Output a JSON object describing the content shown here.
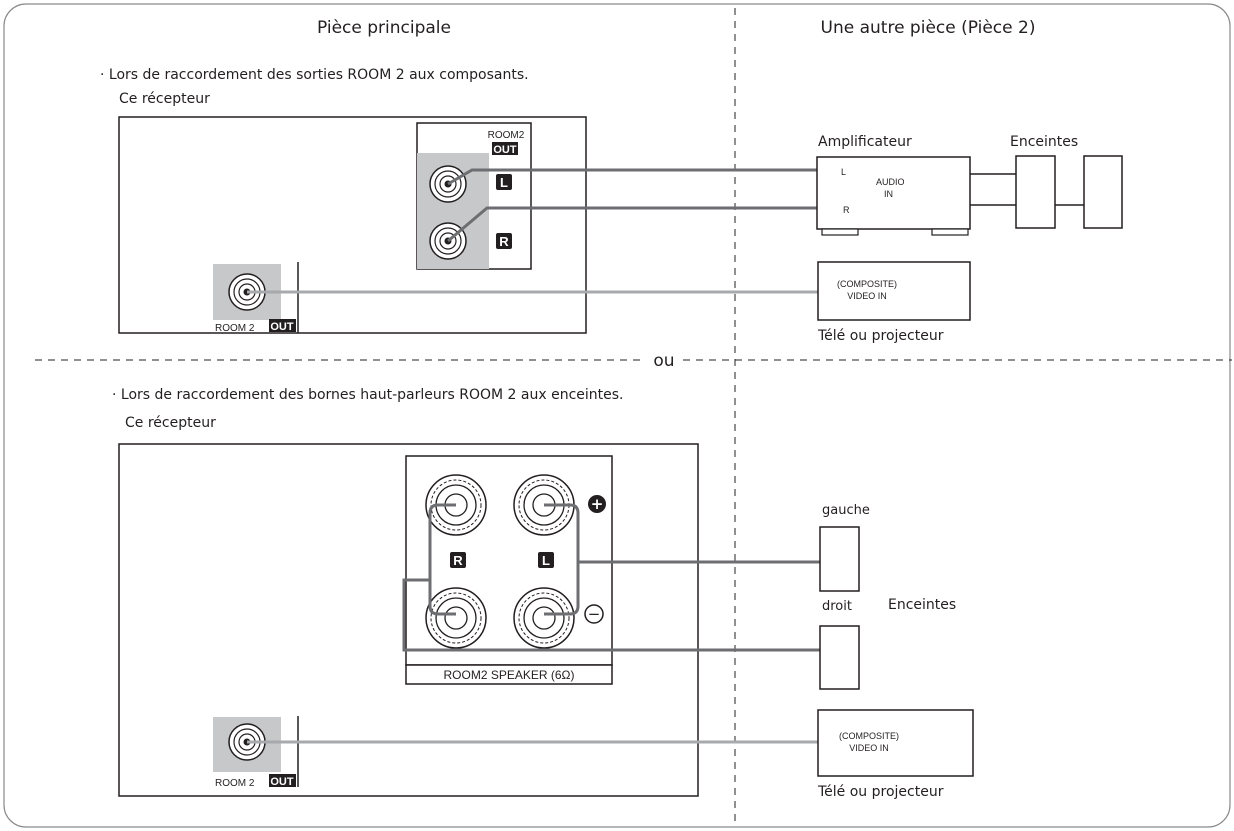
{
  "headers": {
    "left": "Pièce principale",
    "right": "Une autre pièce (Pièce 2)"
  },
  "separator": "ou",
  "top": {
    "caption": "· Lors de raccordement des sorties ROOM 2 aux composants.",
    "receiver_label": "Ce récepteur",
    "panel_room": "ROOM2",
    "panel_out": "OUT",
    "jack_l": "L",
    "jack_r": "R",
    "video_room": "ROOM 2",
    "video_out": "OUT",
    "amp_title": "Amplificateur",
    "amp_l": "L",
    "amp_r": "R",
    "amp_audio": "AUDIO",
    "amp_in": "IN",
    "speakers_title": "Enceintes",
    "tv_line1": "(COMPOSITE)",
    "tv_line2": "VIDEO IN",
    "tv_label": "Télé ou projecteur"
  },
  "bottom": {
    "caption": "· Lors de raccordement des bornes haut-parleurs ROOM 2 aux enceintes.",
    "receiver_label": "Ce récepteur",
    "term_r": "R",
    "term_l": "L",
    "plus": "+",
    "minus": "−",
    "speaker_panel_label": "ROOM2  SPEAKER (6Ω)",
    "left_label": "gauche",
    "right_label": "droit",
    "speakers_title": "Enceintes",
    "video_room": "ROOM 2",
    "video_out": "OUT",
    "tv_line1": "(COMPOSITE)",
    "tv_line2": "VIDEO IN",
    "tv_label": "Télé ou projecteur"
  }
}
